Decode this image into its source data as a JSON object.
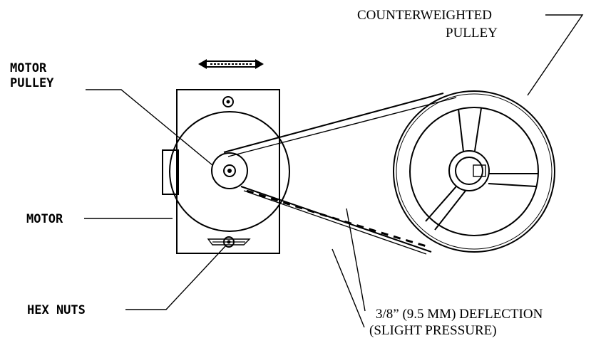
{
  "labels": {
    "motor_pulley_line1": "MOTOR",
    "motor_pulley_line2": "PULLEY",
    "motor": "MOTOR",
    "hex_nuts": "HEX NUTS",
    "counterweighted_line1": "COUNTERWEIGHTED",
    "counterweighted_line2": "PULLEY",
    "deflection_line1": "3/8” (9.5 MM) DEFLECTION",
    "deflection_line2": "(SLIGHT PRESSURE)"
  },
  "icons": {
    "adjust_arrow": "double-headed-arrow-icon"
  }
}
